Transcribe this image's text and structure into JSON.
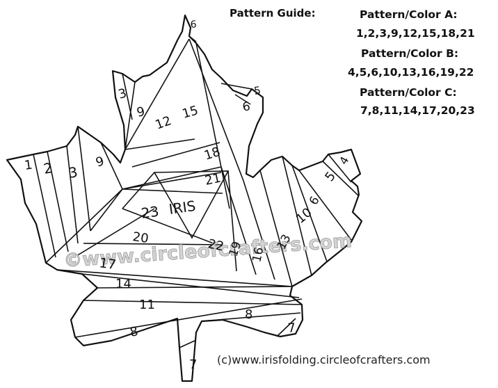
{
  "guide": {
    "title": "Pattern Guide:",
    "a_label": "Pattern/Color A:",
    "a_numbers": "1,2,3,9,12,15,18,21",
    "b_label": "Pattern/Color B:",
    "b_numbers": "4,5,6,10,13,16,19,22",
    "c_label": "Pattern/Color C:",
    "c_numbers": "7,8,11,14,17,20,23"
  },
  "center_label": "IRIS",
  "watermark": "©www.circleofcrafters.com",
  "credit": "(c)www.irisfolding.circleofcrafters.com",
  "section_labels": [
    "1",
    "2",
    "3",
    "9",
    "3",
    "9",
    "12",
    "15",
    "6",
    "6",
    "5",
    "18",
    "21",
    "23",
    "IRIS",
    "20",
    "22",
    "19",
    "16",
    "13",
    "10",
    "6",
    "5",
    "4",
    "17",
    "14",
    "11",
    "8",
    "8",
    "7",
    "7"
  ]
}
